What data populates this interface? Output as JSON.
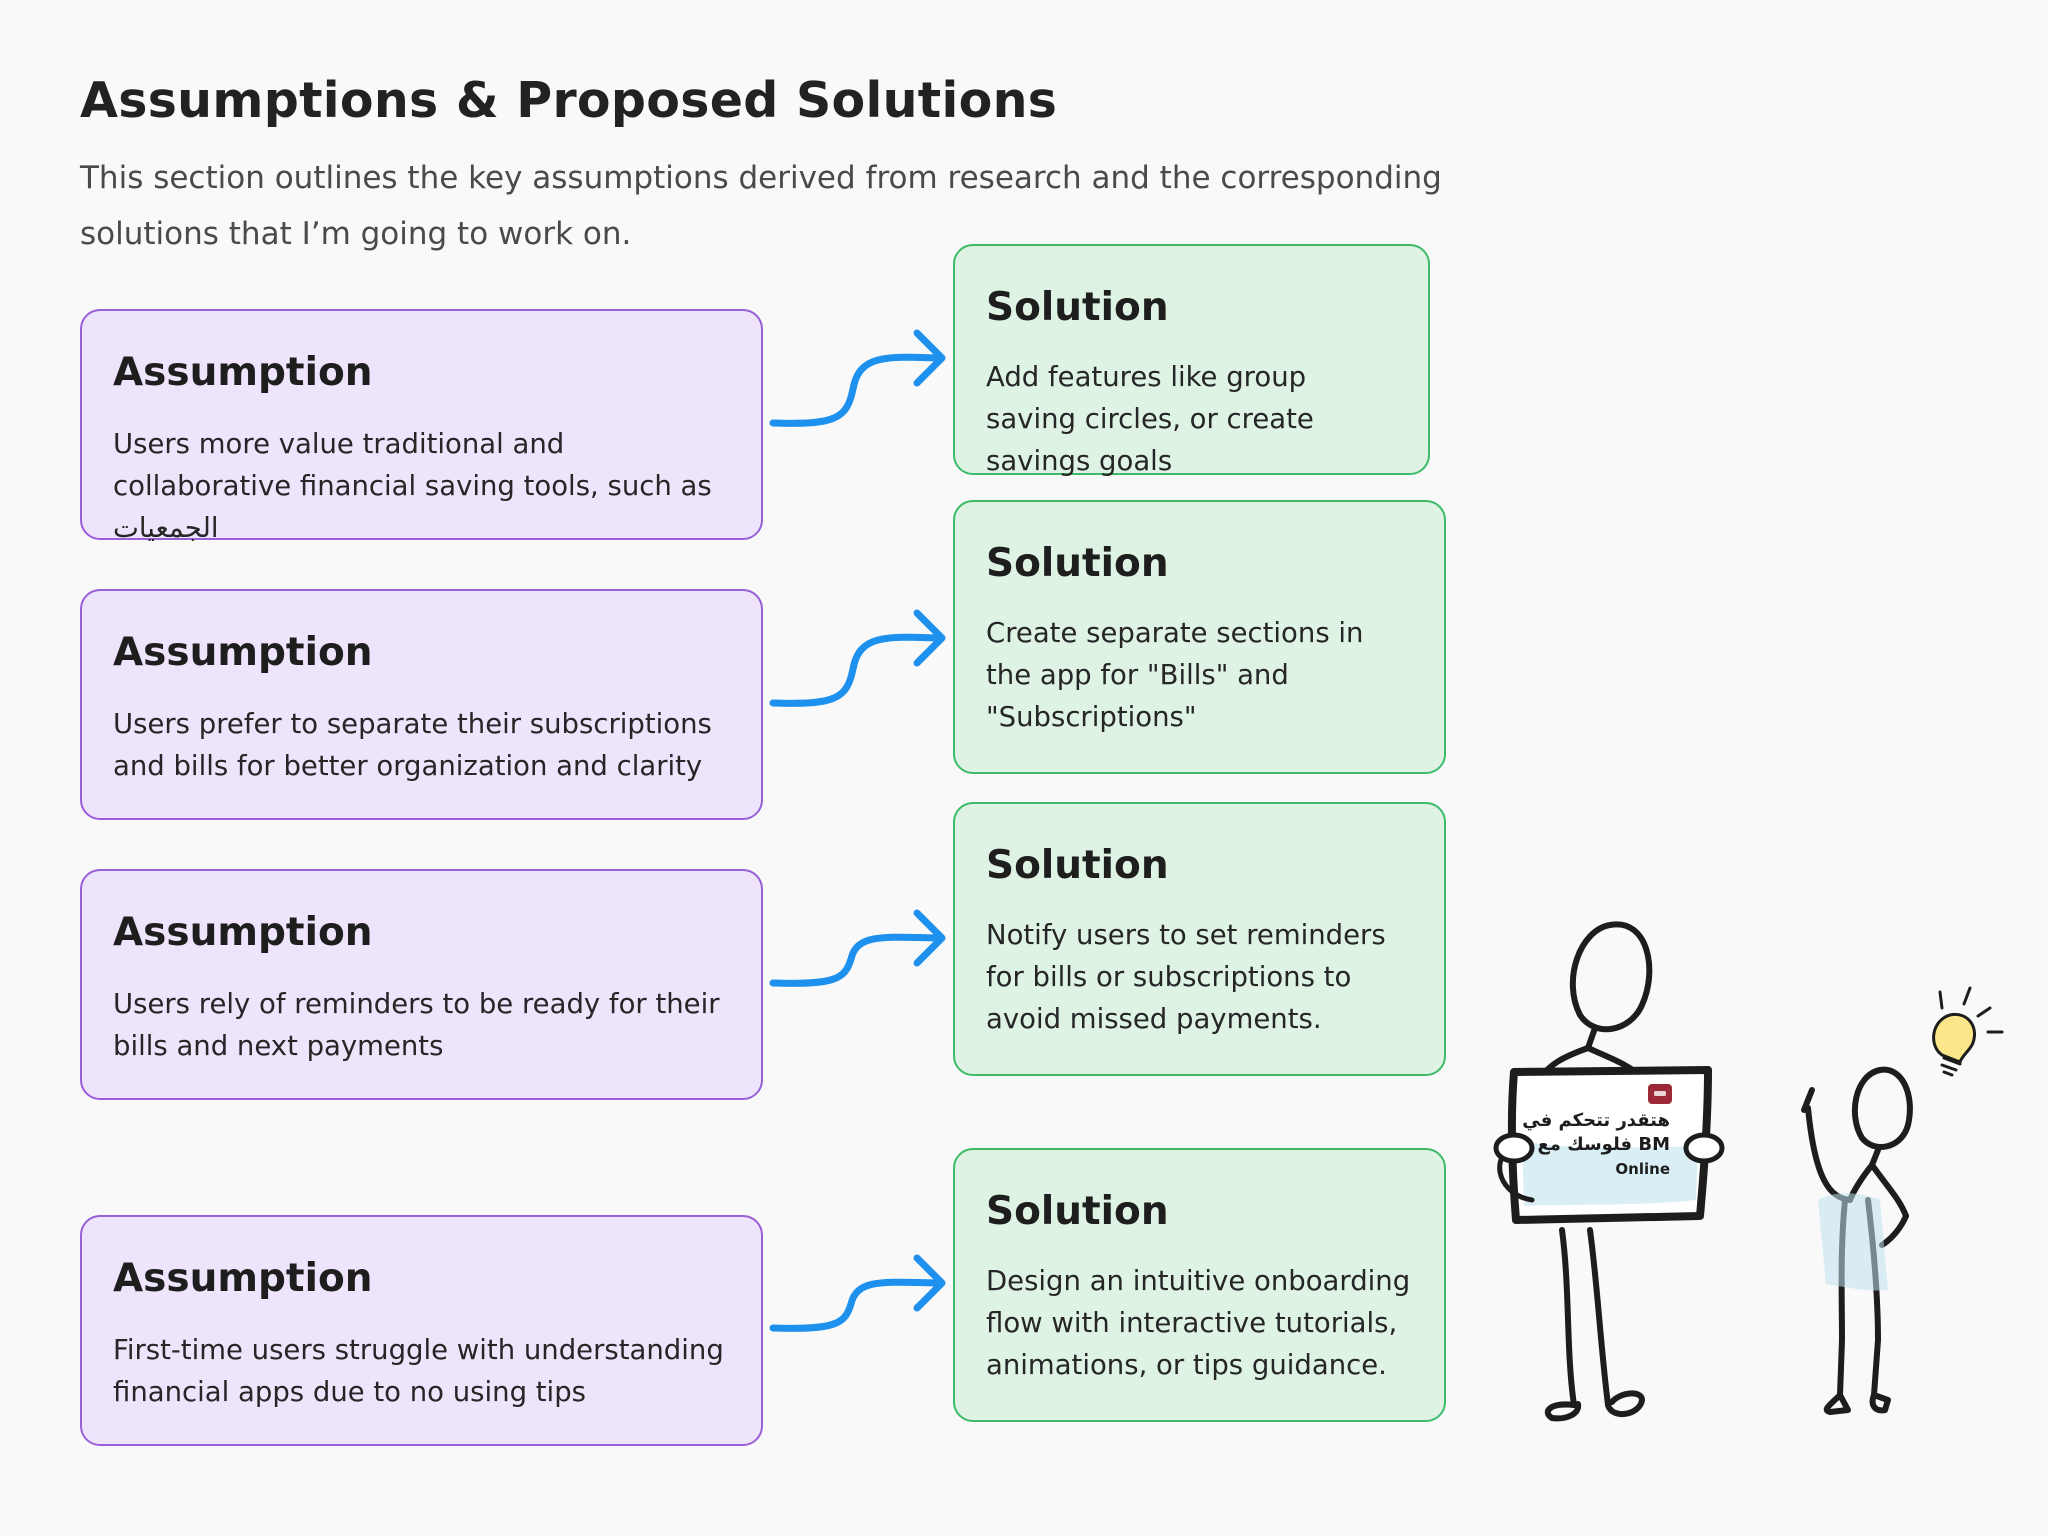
{
  "header": {
    "title": "Assumptions & Proposed Solutions",
    "intro": "This section outlines the key assumptions derived from research and the corresponding solutions that I’m going to work on."
  },
  "pairs": [
    {
      "assumption": {
        "heading": "Assumption",
        "text": "Users more value traditional and collaborative financial saving tools, such as الجمعيات"
      },
      "solution": {
        "heading": "Solution",
        "text": "Add features like group saving circles, or create savings goals"
      }
    },
    {
      "assumption": {
        "heading": "Assumption",
        "text": "Users prefer to separate their subscriptions and bills for better organization and clarity"
      },
      "solution": {
        "heading": "Solution",
        "text": "Create separate sections in the app for \"Bills\" and \"Subscriptions\""
      }
    },
    {
      "assumption": {
        "heading": "Assumption",
        "text": "Users rely of reminders to be ready for their bills and next payments"
      },
      "solution": {
        "heading": "Solution",
        "text": "Notify users to set reminders for bills or subscriptions to avoid missed payments."
      }
    },
    {
      "assumption": {
        "heading": "Assumption",
        "text": "First-time users struggle with understanding financial apps due to no using tips"
      },
      "solution": {
        "heading": "Solution",
        "text": "Design an intuitive onboarding flow with interactive tutorials, animations, or tips guidance."
      }
    }
  ],
  "illustration": {
    "sign_line1": "هتقدر تتحكم في",
    "sign_line2": "فلوسك مع BM",
    "sign_line3": "Online"
  },
  "colors": {
    "assumption_fill": "#eee4fc",
    "assumption_border": "#9b5fd8",
    "solution_fill": "#dff3e5",
    "solution_border": "#3dbb6a",
    "arrow": "#1e90ee",
    "bulb": "#fde58a",
    "sign_wash": "#bfe2ef"
  },
  "icons": {
    "connector": "curved-arrow-right-icon",
    "idea": "lightbulb-icon",
    "brand": "bank-logo-icon"
  }
}
